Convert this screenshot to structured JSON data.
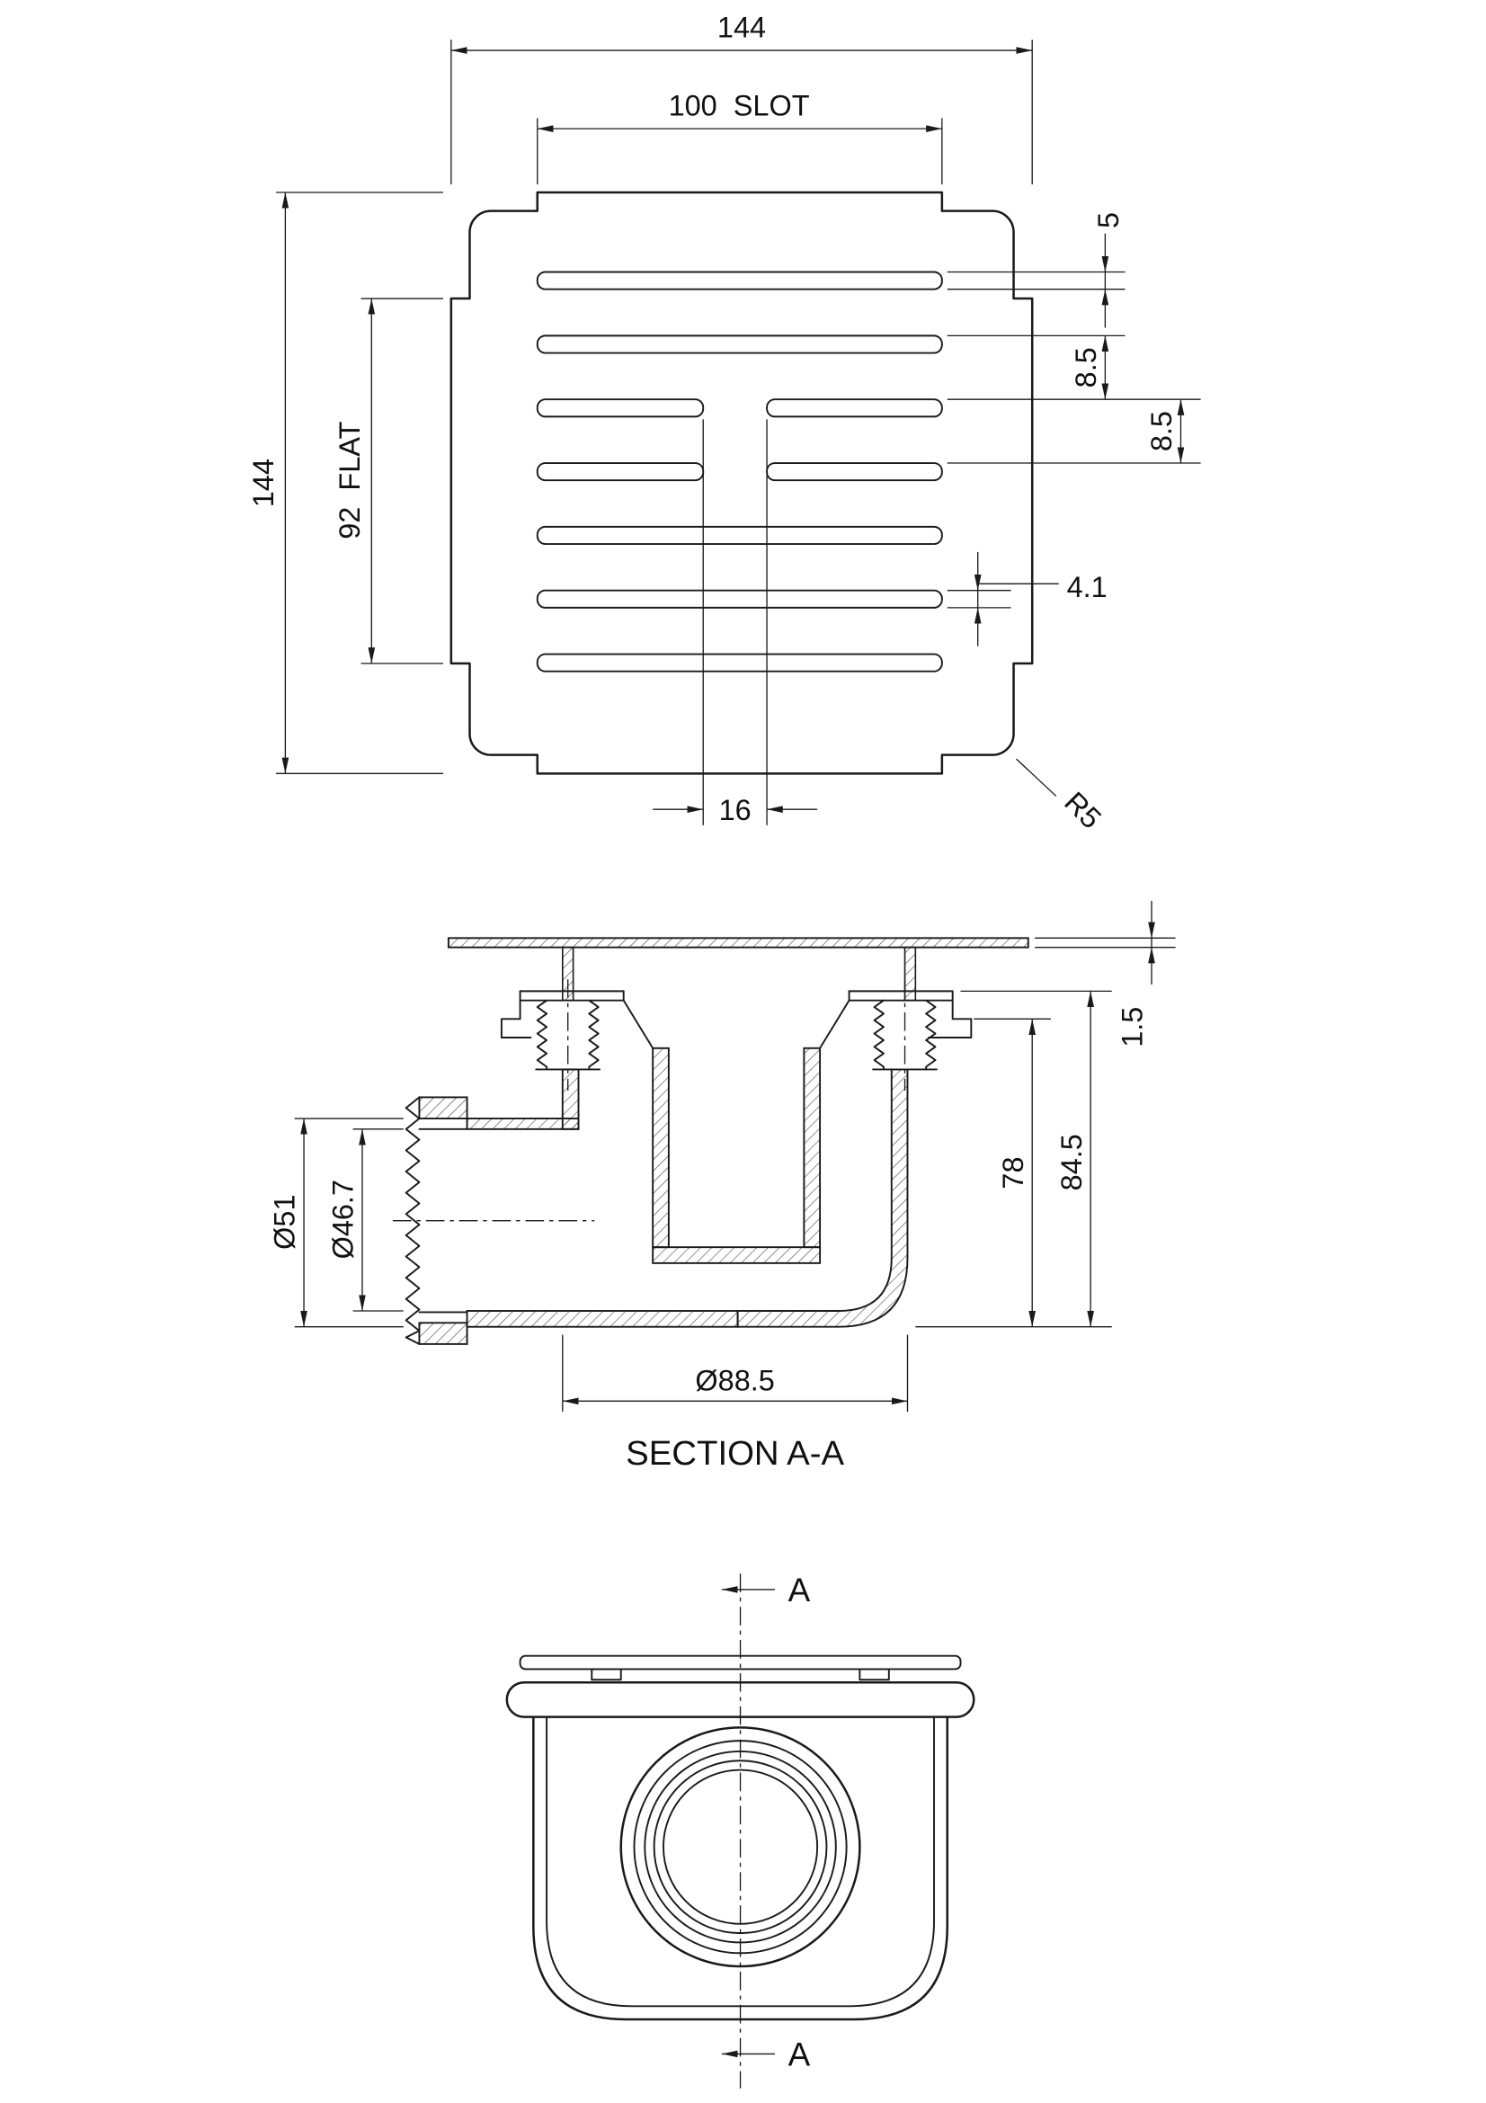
{
  "drawing": {
    "background": "#ffffff",
    "line_color": "#1a1a1a",
    "top_view": {
      "dim_width": "144",
      "dim_slot_width": "100  SLOT",
      "dim_edge_gap": "5",
      "dim_pitch_a": "8.5",
      "dim_pitch_b": "8.5",
      "dim_slot_height": "4.1",
      "dim_height": "144",
      "dim_flat": "92  FLAT",
      "dim_center_gap": "16",
      "dim_corner_radius": "R5"
    },
    "section_view": {
      "caption": "SECTION A-A",
      "dim_plate_thickness": "1.5",
      "dim_body_depth": "78",
      "dim_total_depth": "84.5",
      "dim_outlet_od": "Ø51",
      "dim_outlet_id": "Ø46.7",
      "dim_body_diameter": "Ø88.5"
    },
    "bottom_view": {
      "section_label_top": "A",
      "section_label_bottom": "A"
    }
  }
}
